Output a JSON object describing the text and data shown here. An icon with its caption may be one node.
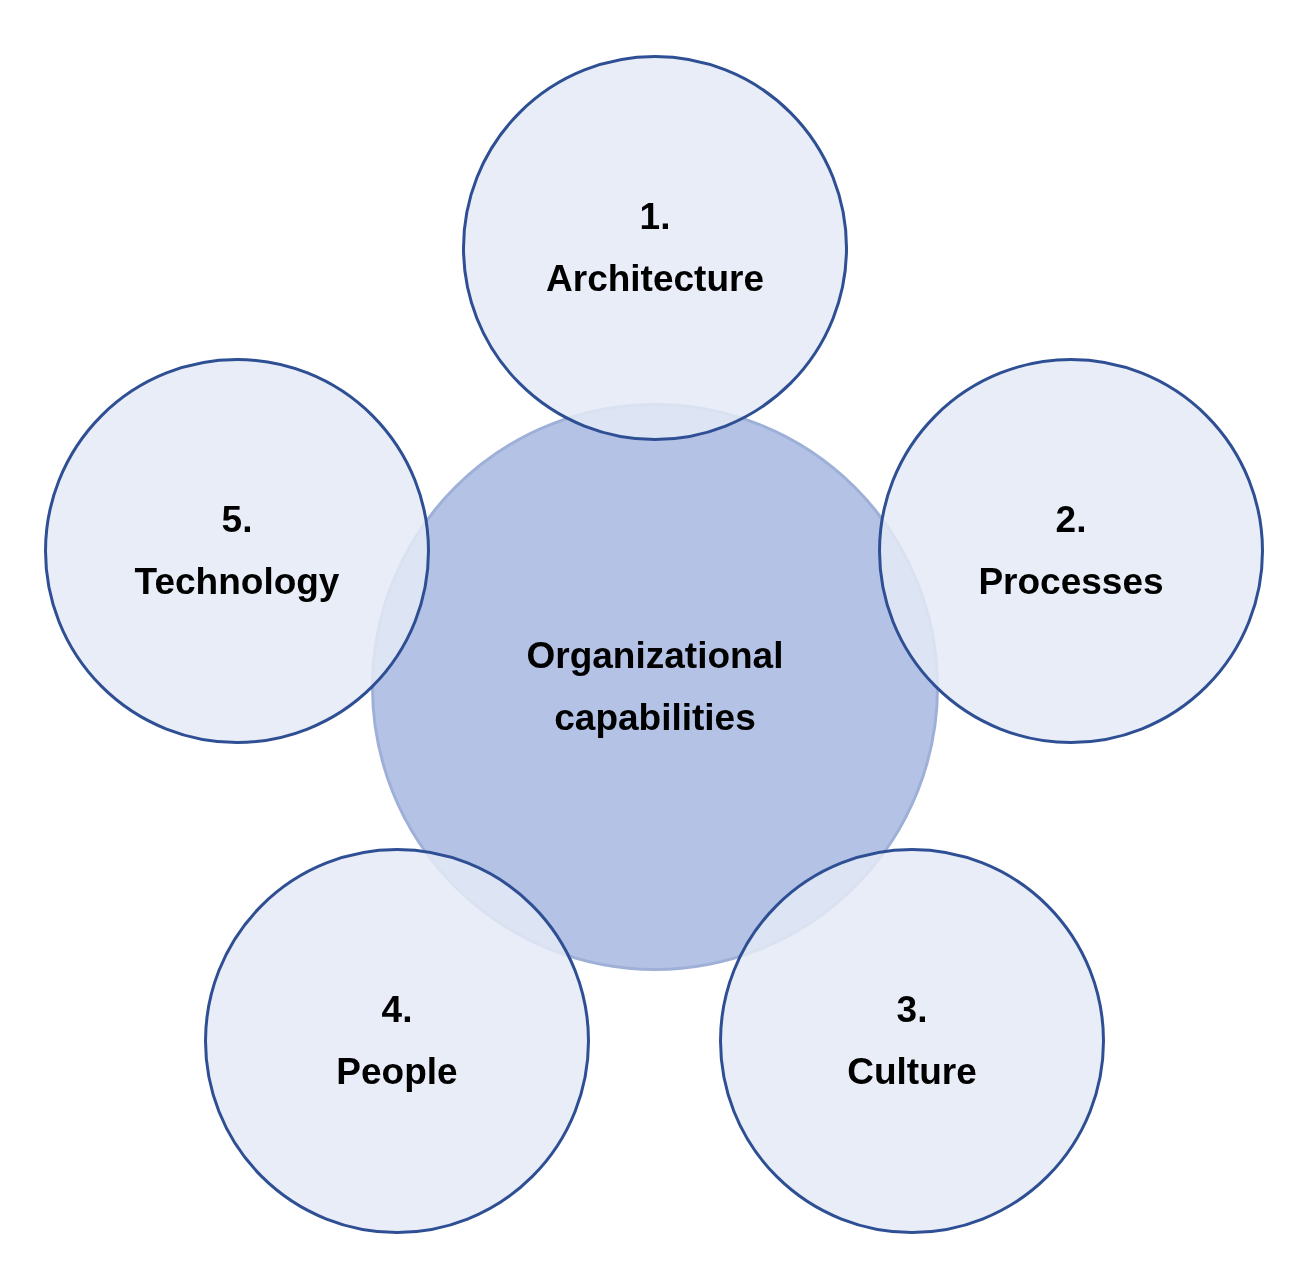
{
  "diagram": {
    "nodes": [
      {
        "text": [
          "Organizational capabilities"
        ]
      },
      {
        "text": [
          "1.",
          "Architecture"
        ]
      },
      {
        "text": [
          "2.",
          "Processes"
        ]
      },
      {
        "text": [
          "3.",
          "Culture"
        ]
      },
      {
        "text": [
          "4.",
          "People"
        ]
      },
      {
        "text": [
          "5.",
          "Technology"
        ]
      }
    ]
  }
}
